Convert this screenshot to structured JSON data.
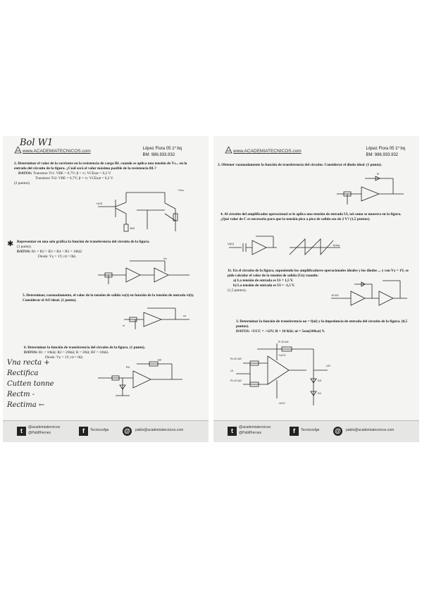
{
  "page_left": {
    "handwriting_top": "Bol W1",
    "logo": "www.ACADEMIATECNICOS.com",
    "course_line": "López Flora 05 1º bq",
    "code_line": "BM: 986.933.932",
    "q2": "2. Determinar el valor de la corriente en la resistencia de carga RL cuando se aplica una tensión de Vs... en la entrada del circuito de la figura. ¿Cuál será el valor máximo posible de la resistencia RL?",
    "q2_data_label": "DATOS:",
    "q2_data_1": "Transistor Tr1: VBE = 0,7V; β = ∞; VCEsat = 0,2 V.",
    "q2_data_2": "Transistor Tr2: VBE = 0,7V; β = ∞; VCEsat = 0,2 V.",
    "q2_points": "(2 puntos).",
    "q_star": "Representar en una sola gráfica la función de transferencia del circuito de la figura.",
    "q_star_points": "(1 punto).",
    "q_star_data_label": "DATOS:",
    "q_star_data_1": "R1 = R2 = R3 = R4 = R5 = 10kΩ",
    "q_star_data_2": "Diodo: Vγ = 1V, rd = 0Ω.",
    "q5": "5. Determinar, razonadamente, el valor de la tensión de salida vo(t) en función de la tensión de entrada vi(t). Considerar el AO ideal. (1 punto).",
    "q6": "6. Determinar la función de transferencia del circuito de la figura. (1 punto).",
    "q6_data_label": "DATOS:",
    "q6_data_1": "R1 = 10kΩ; R2 = 20kΩ; R = 20Ω; RF = 10kΩ.",
    "q6_data_2": "Diodo: Vγ = 1V, rd = 0Ω.",
    "handwriting_notes": [
      "Vna recta +",
      "Rectifica",
      "Cutten tonne",
      "Rectm -",
      "Rectima ←"
    ]
  },
  "page_right": {
    "logo": "www.ACADEMIATECNICOS.com",
    "course_line": "López Flora 05 1º bq",
    "code_line": "BM: 986.933.932",
    "q3": "3. Obtener razonadamente la función de transferencia del circuito. Considerar el diodo ideal. (1 punto).",
    "q4": "4. Al circuito del amplificador operacional se le aplica una tensión de entrada Ui, tal como se muestra en la figura. ¿Qué valor de C es necesario para que la tensión pico a pico de salida sea de 2 V? (1,5 puntos).",
    "q11": "11. En el circuito de la figura, suponiendo los amplificadores operacionales ideales y los diodos ... y con Vγ = 1V, se pide calcular el valor de la tensión de salida (Uo) cuando:",
    "q11_a": "a) La tensión de entrada es Ui = 1,5 V.",
    "q11_b": "b) La tensión de entrada es Ui = -1,5 V.",
    "q11_points": "(1,5 puntos).",
    "q3b": "3. Determinar la función de transferencia uo = f(ui) y la impedancia de entrada del circuito de la figura. (0,5 puntos).",
    "q3b_data": "DATOS: +UCC = +12V; R = 10 KΩ; ui = 5sen(100ωt) V.",
    "circuit_labels": {
      "r_top": "R 10 kΩ",
      "r_left1": "R=10 kΩ",
      "r_left2": "R=10 kΩ",
      "vcc_pos": "+UCC",
      "vcc_neg": "-UCC",
      "ui": "Ui",
      "uo": "UO",
      "dz": "DZ",
      "d1": "D1"
    }
  },
  "footer": {
    "twitter": "@academiatecnicos",
    "twitter_sub": "@PablfFernes",
    "facebook": "Tecnicosfge",
    "email": "pablo@academiatecnicos.com"
  }
}
